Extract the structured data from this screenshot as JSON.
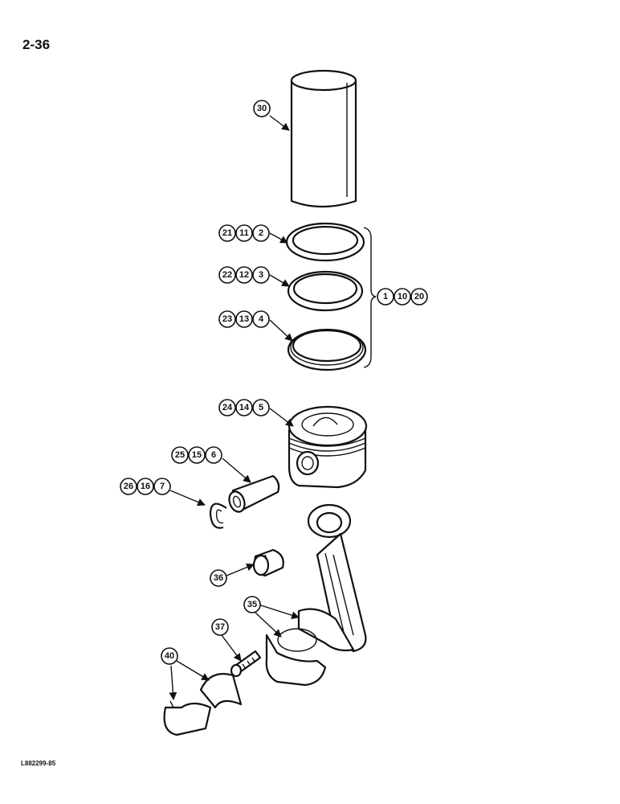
{
  "page": {
    "number": "2-36",
    "figure_code": "L882299-85"
  },
  "callouts": {
    "sleeve": [
      "30"
    ],
    "ring_top": [
      "21",
      "11",
      "2"
    ],
    "ring_mid": [
      "22",
      "12",
      "3"
    ],
    "ring_bot": [
      "23",
      "13",
      "4"
    ],
    "ring_set": [
      "1",
      "10",
      "20"
    ],
    "piston": [
      "24",
      "14",
      "5"
    ],
    "pin": [
      "25",
      "15",
      "6"
    ],
    "retainer": [
      "26",
      "16",
      "7"
    ],
    "bushing": [
      "36"
    ],
    "rod": [
      "35"
    ],
    "bolt": [
      "37"
    ],
    "bearing": [
      "40"
    ]
  }
}
